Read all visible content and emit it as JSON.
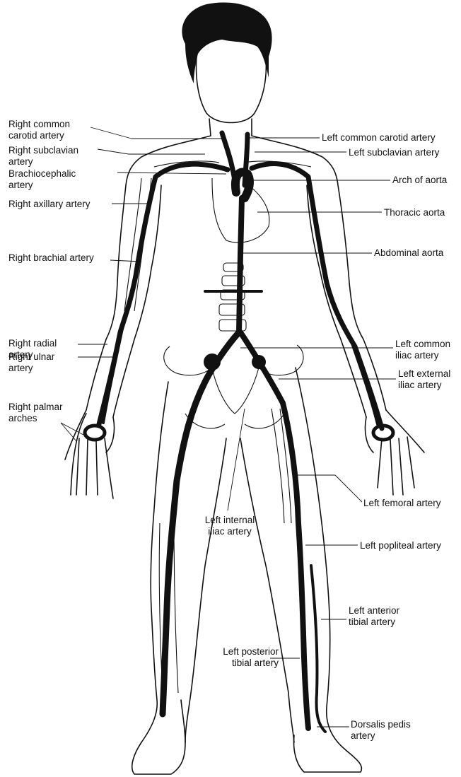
{
  "labels": {
    "right_common_carotid": [
      "Right common",
      "carotid artery"
    ],
    "right_subclavian": [
      "Right subclavian",
      "artery"
    ],
    "brachiocephalic": [
      "Brachiocephalic",
      "artery"
    ],
    "right_axillary": "Right axillary artery",
    "right_brachial": "Right brachial artery",
    "right_radial": [
      "Right radial",
      "artery"
    ],
    "right_ulnar": [
      "Right ulnar",
      "artery"
    ],
    "right_palmar": [
      "Right palmar",
      "arches"
    ],
    "left_common_carotid": "Left common carotid artery",
    "left_subclavian": "Left subclavian artery",
    "arch_of_aorta": "Arch of aorta",
    "thoracic_aorta": "Thoracic aorta",
    "abdominal_aorta": "Abdominal aorta",
    "left_common_iliac": [
      "Left common",
      "iliac artery"
    ],
    "left_external_iliac": [
      "Left external",
      "iliac artery"
    ],
    "left_internal_iliac": [
      "Left internal",
      "iliac artery"
    ],
    "left_femoral": "Left femoral artery",
    "left_popliteal": "Left popliteal artery",
    "left_anterior_tibial": [
      "Left anterior",
      "tibial artery"
    ],
    "left_posterior_tibial": [
      "Left posterior",
      "tibial artery"
    ],
    "dorsalis_pedis": [
      "Dorsalis pedis",
      "artery"
    ]
  }
}
